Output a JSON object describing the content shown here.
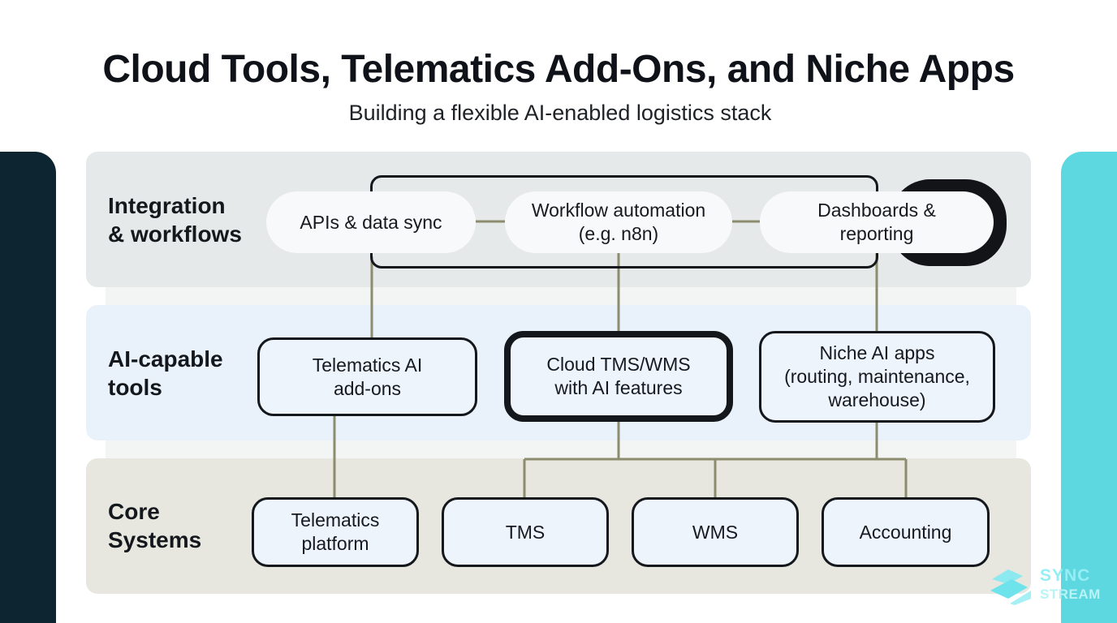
{
  "header": {
    "title": "Cloud Tools, Telematics Add-Ons, and Niche Apps",
    "subtitle": "Building a flexible AI-enabled logistics stack"
  },
  "layers": [
    {
      "label": "Integration\n& workflows",
      "nodes": [
        "APIs & data sync",
        "Workflow automation\n(e.g. n8n)",
        "Dashboards &\nreporting"
      ]
    },
    {
      "label": "AI-capable\ntools",
      "nodes": [
        "Telematics AI\nadd-ons",
        "Cloud TMS/WMS\nwith AI features",
        "Niche AI apps\n(routing, maintenance,\nwarehouse)"
      ]
    },
    {
      "label": "Core\nSystems",
      "nodes": [
        "Telematics\nplatform",
        "TMS",
        "WMS",
        "Accounting"
      ]
    }
  ],
  "logo": {
    "top": "SYNC",
    "bottom": "STREAM"
  },
  "colors": {
    "left_accent": "#0d2531",
    "right_accent": "#5dd8e0",
    "connector": "#8c8c6e",
    "integration_band": "#e5e9ea",
    "ai_band": "#e9f2fb",
    "core_band": "#e7e6df"
  }
}
